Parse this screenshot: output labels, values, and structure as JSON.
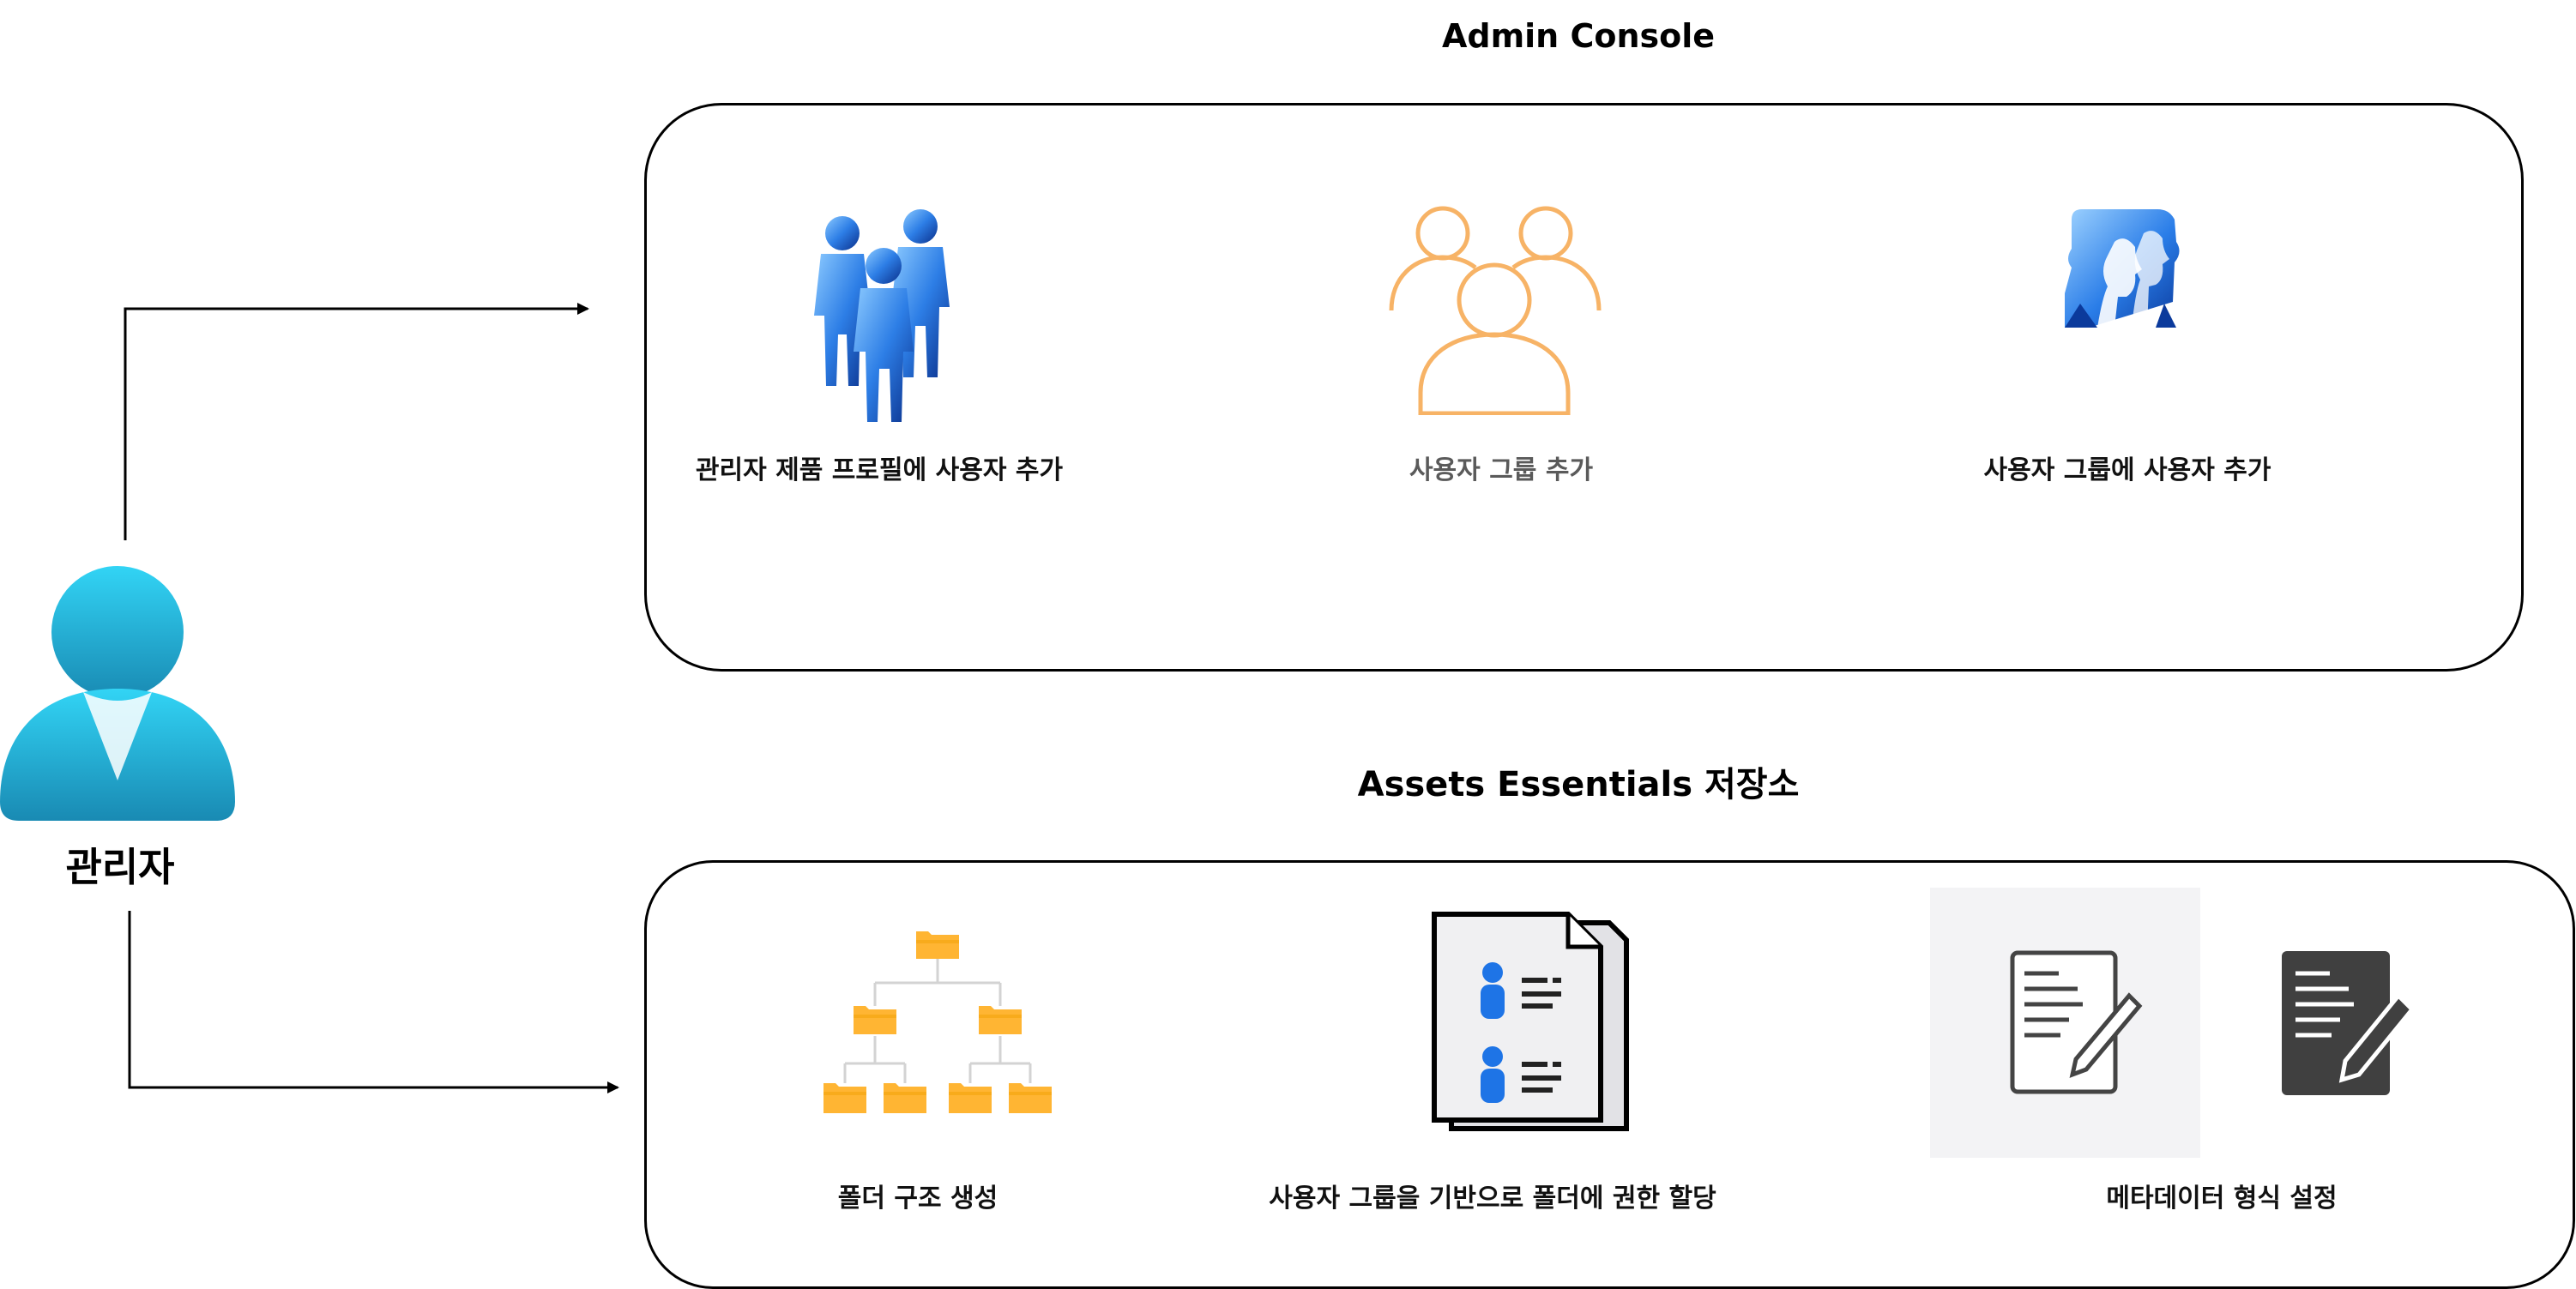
{
  "actor": {
    "label": "관리자",
    "icon": "admin-user-icon"
  },
  "admin_console": {
    "title": "Admin Console",
    "items": [
      {
        "label": "관리자 제품 프로필에 사용자 추가",
        "icon": "user-group-blue-icon"
      },
      {
        "label": "사용자 그룹 추가",
        "icon": "user-group-outline-icon"
      },
      {
        "label": "사용자 그룹에 사용자 추가",
        "icon": "user-profiles-icon"
      }
    ]
  },
  "assets_essentials": {
    "title": "Assets Essentials 저장소",
    "items": [
      {
        "label": "폴더 구조 생성",
        "icon": "folder-tree-icon"
      },
      {
        "label": "사용자 그룹을 기반으로 폴더에 권한 할당",
        "icon": "user-documents-icon"
      },
      {
        "label": "메타데이터 형식 설정",
        "icon": "edit-document-icon"
      }
    ]
  },
  "colors": {
    "actor_cyan": "#32d4f5",
    "actor_blue": "#198ab3",
    "orange_outline": "#f7b366",
    "folder_yellow": "#ffb533",
    "people_blue": "#1e74e6",
    "muted_label": "#5a5a5a"
  }
}
